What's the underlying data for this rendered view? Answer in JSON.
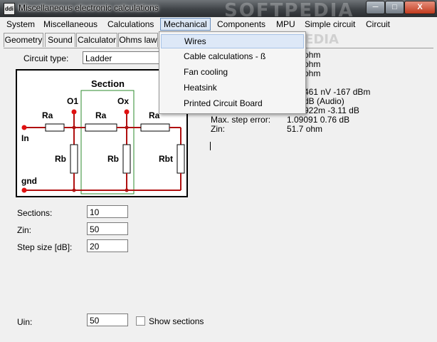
{
  "window": {
    "title": "Miscellaneous electronic calculations",
    "app_icon": "ddi",
    "watermark": "SOFTPEDIA",
    "controls": {
      "minimize": "─",
      "maximize": "□",
      "close": "X"
    }
  },
  "menubar": [
    {
      "label": "System"
    },
    {
      "label": "Miscellaneous"
    },
    {
      "label": "Calculations"
    },
    {
      "label": "Mechanical",
      "active": true
    },
    {
      "label": "Components"
    },
    {
      "label": "MPU"
    },
    {
      "label": "Simple circuit"
    },
    {
      "label": "Circuit"
    }
  ],
  "tabs": [
    {
      "label": "Geometry"
    },
    {
      "label": "Sound"
    },
    {
      "label": "Calculator"
    },
    {
      "label": "Ohms law"
    }
  ],
  "dropdown": {
    "items": [
      {
        "label": "Wires"
      },
      {
        "label": "Cable calculations - ß"
      },
      {
        "label": "Fan cooling"
      },
      {
        "label": "Heatsink"
      },
      {
        "label": "Printed Circuit Board"
      }
    ],
    "watermark": "SOFTPEDIA"
  },
  "form": {
    "circuit_type_label": "Circuit type:",
    "circuit_type_value": "Ladder",
    "sections_label": "Sections:",
    "sections_value": "10",
    "zin_label": "Zin:",
    "zin_value": "50",
    "step_label": "Step size [dB]:",
    "step_value": "20",
    "uin_label": "Uin:",
    "uin_value": "50",
    "show_sections_label": "Show sections"
  },
  "diagram": {
    "section_label": "Section",
    "o1": "O1",
    "ox": "Ox",
    "ra1": "Ra",
    "ra2": "Ra",
    "ra3": "Ra",
    "rb1": "Rb",
    "rb2": "Rb",
    "rbt": "Rbt",
    "in": "In",
    "gnd": "gnd"
  },
  "results": {
    "ohm1": "ohm",
    "ohm2": "ohm",
    "ohm3": "ohm",
    "line4": "461 nV  -167 dBm",
    "line5": "dB (Audio)",
    "line6": "922m    -3.11 dB",
    "max_step_label": "Max. step error:",
    "max_step_value": "1.09091    0.76 dB",
    "zin_label": "Zin:",
    "zin_value": "51.7 ohm"
  }
}
